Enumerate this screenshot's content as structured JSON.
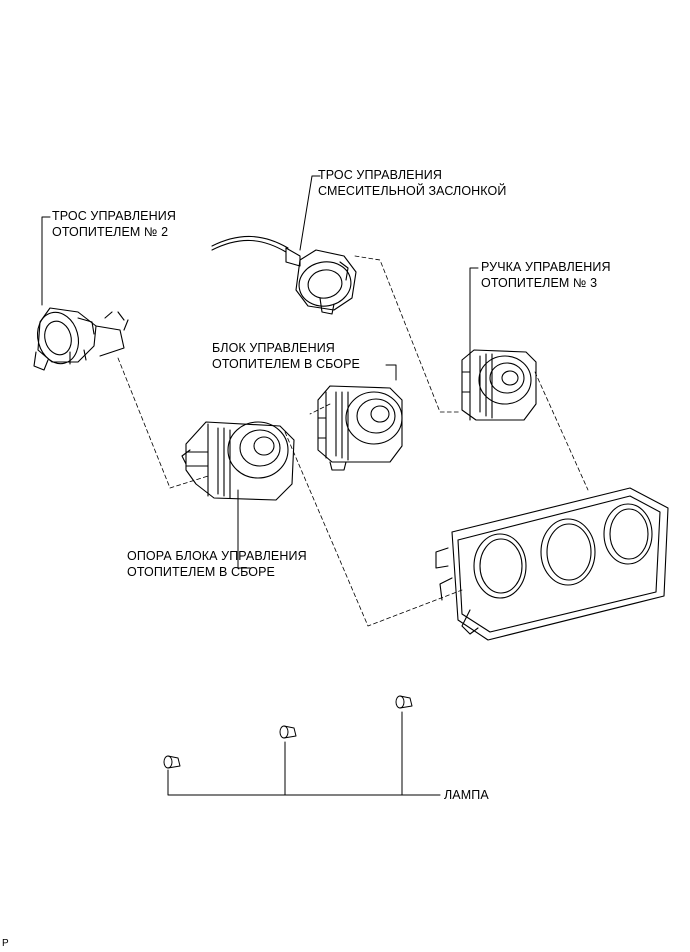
{
  "labels": {
    "mix_cable": [
      "ТРОС УПРАВЛЕНИЯ",
      "СМЕСИТЕЛЬНОЙ ЗАСЛОНКОЙ"
    ],
    "heater_cable_2": [
      "ТРОС УПРАВЛЕНИЯ",
      "ОТОПИТЕЛЕМ № 2"
    ],
    "knob_3": [
      "РУЧКА УПРАВЛЕНИЯ",
      "ОТОПИТЕЛЕМ № 3"
    ],
    "control_unit": [
      "БЛОК УПРАВЛЕНИЯ",
      "ОТОПИТЕЛЕМ В СБОРЕ"
    ],
    "support": [
      "ОПОРА БЛОКА УПРАВЛЕНИЯ",
      "ОТОПИТЕЛЕМ В СБОРЕ"
    ],
    "lamp": "ЛАМПА"
  },
  "corner_code": "P"
}
